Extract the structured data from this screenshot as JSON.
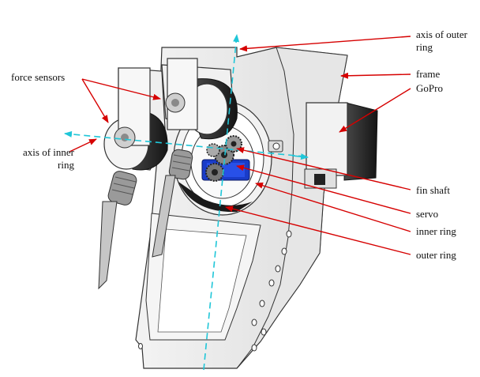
{
  "diagram": {
    "labels": {
      "axis_outer": [
        "axis of outer",
        "ring"
      ],
      "frame": "frame",
      "gopro": "GoPro",
      "force_sensors": "force sensors",
      "axis_inner": [
        "axis of inner",
        "ring"
      ],
      "fin_shaft": "fin shaft",
      "servo": "servo",
      "inner_ring": "inner ring",
      "outer_ring": "outer ring"
    },
    "colors": {
      "leader": "#d60000",
      "axis": "#1fc6d8",
      "outline": "#333333",
      "part_fill": "#eeeeee",
      "dark_part": "#2a2a2a",
      "servo_blue": "#1a3cc8"
    }
  }
}
